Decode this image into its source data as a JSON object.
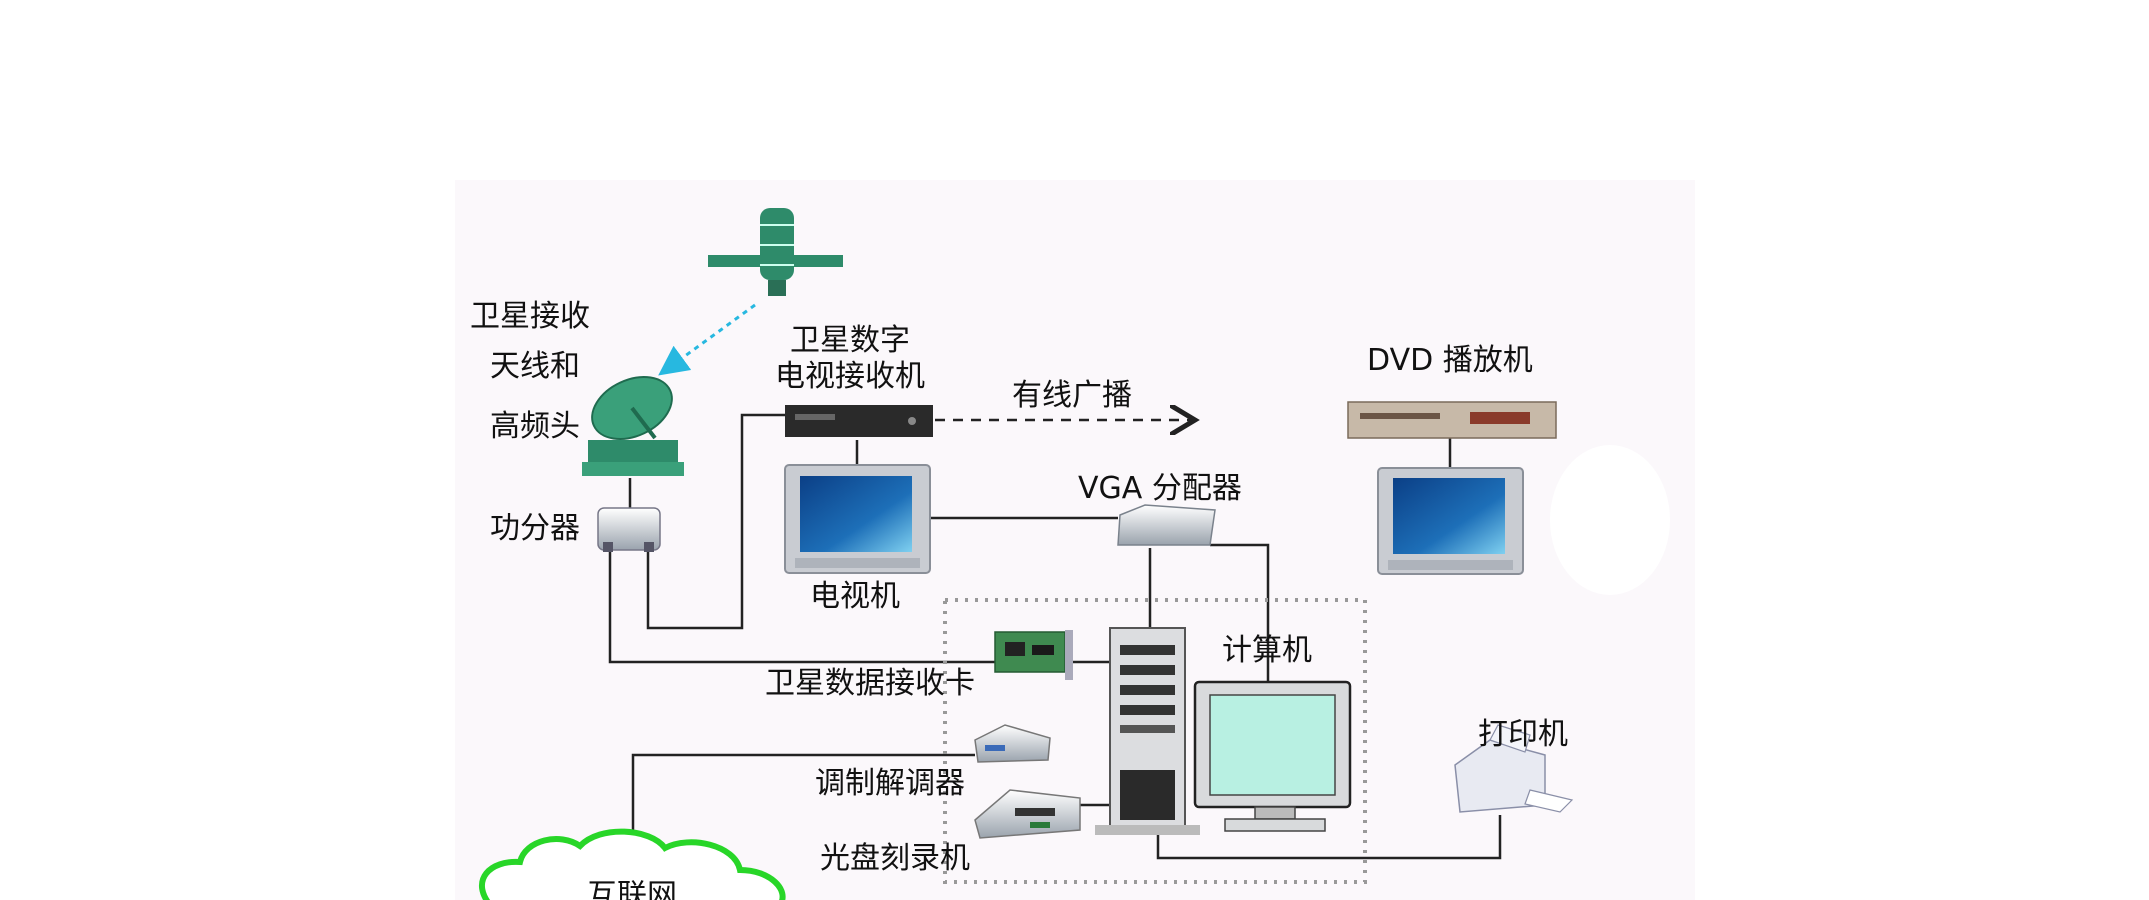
{
  "labels": {
    "antenna": [
      "卫星接收",
      "天线和",
      "高频头"
    ],
    "receiver": [
      "卫星数字",
      "电视接收机"
    ],
    "cable_broadcast": "有线广播",
    "dvd": "DVD 播放机",
    "vga_splitter": "VGA 分配器",
    "power_splitter": "功分器",
    "tv": "电视机",
    "computer": "计算机",
    "data_card": "卫星数据接收卡",
    "printer": "打印机",
    "modem": "调制解调器",
    "burner": "光盘刻录机",
    "internet": "互联网"
  },
  "colors": {
    "panel": "#fbf8fb",
    "device_green": "#2e8b6a",
    "beam": "#27b8e0",
    "cloud": "#28d628",
    "screen": "#0b3f86",
    "line": "#222222"
  }
}
